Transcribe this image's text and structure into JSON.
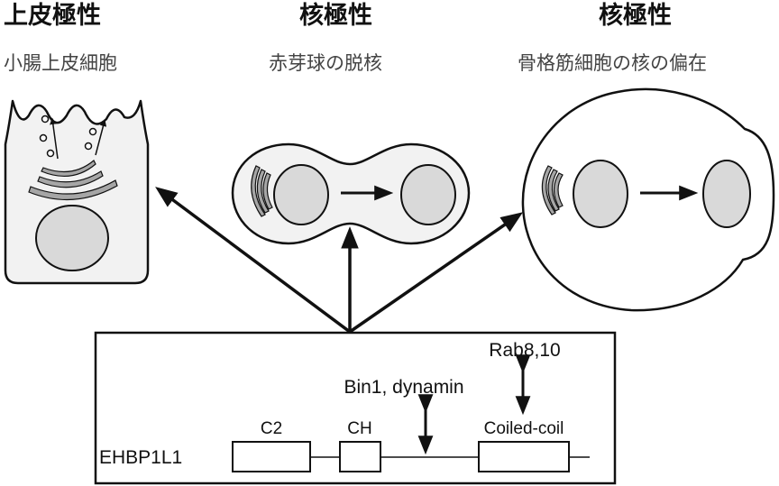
{
  "panels": [
    {
      "title": "上皮極性",
      "subtitle": "小腸上皮細胞"
    },
    {
      "title": "核極性",
      "subtitle": "赤芽球の脱核"
    },
    {
      "title": "核極性",
      "subtitle": "骨格筋細胞の核の偏在"
    }
  ],
  "protein": {
    "name": "EHBP1L1",
    "domains": [
      "C2",
      "CH",
      "Coiled-coil"
    ],
    "binding_partners": [
      "Bin1, dynamin",
      "Rab8,10"
    ]
  },
  "colors": {
    "cell_fill": "#f2f2f2",
    "nucleus_fill": "#d9d9d9",
    "golgi_fill": "#a6a6a6",
    "stroke": "#111111"
  }
}
